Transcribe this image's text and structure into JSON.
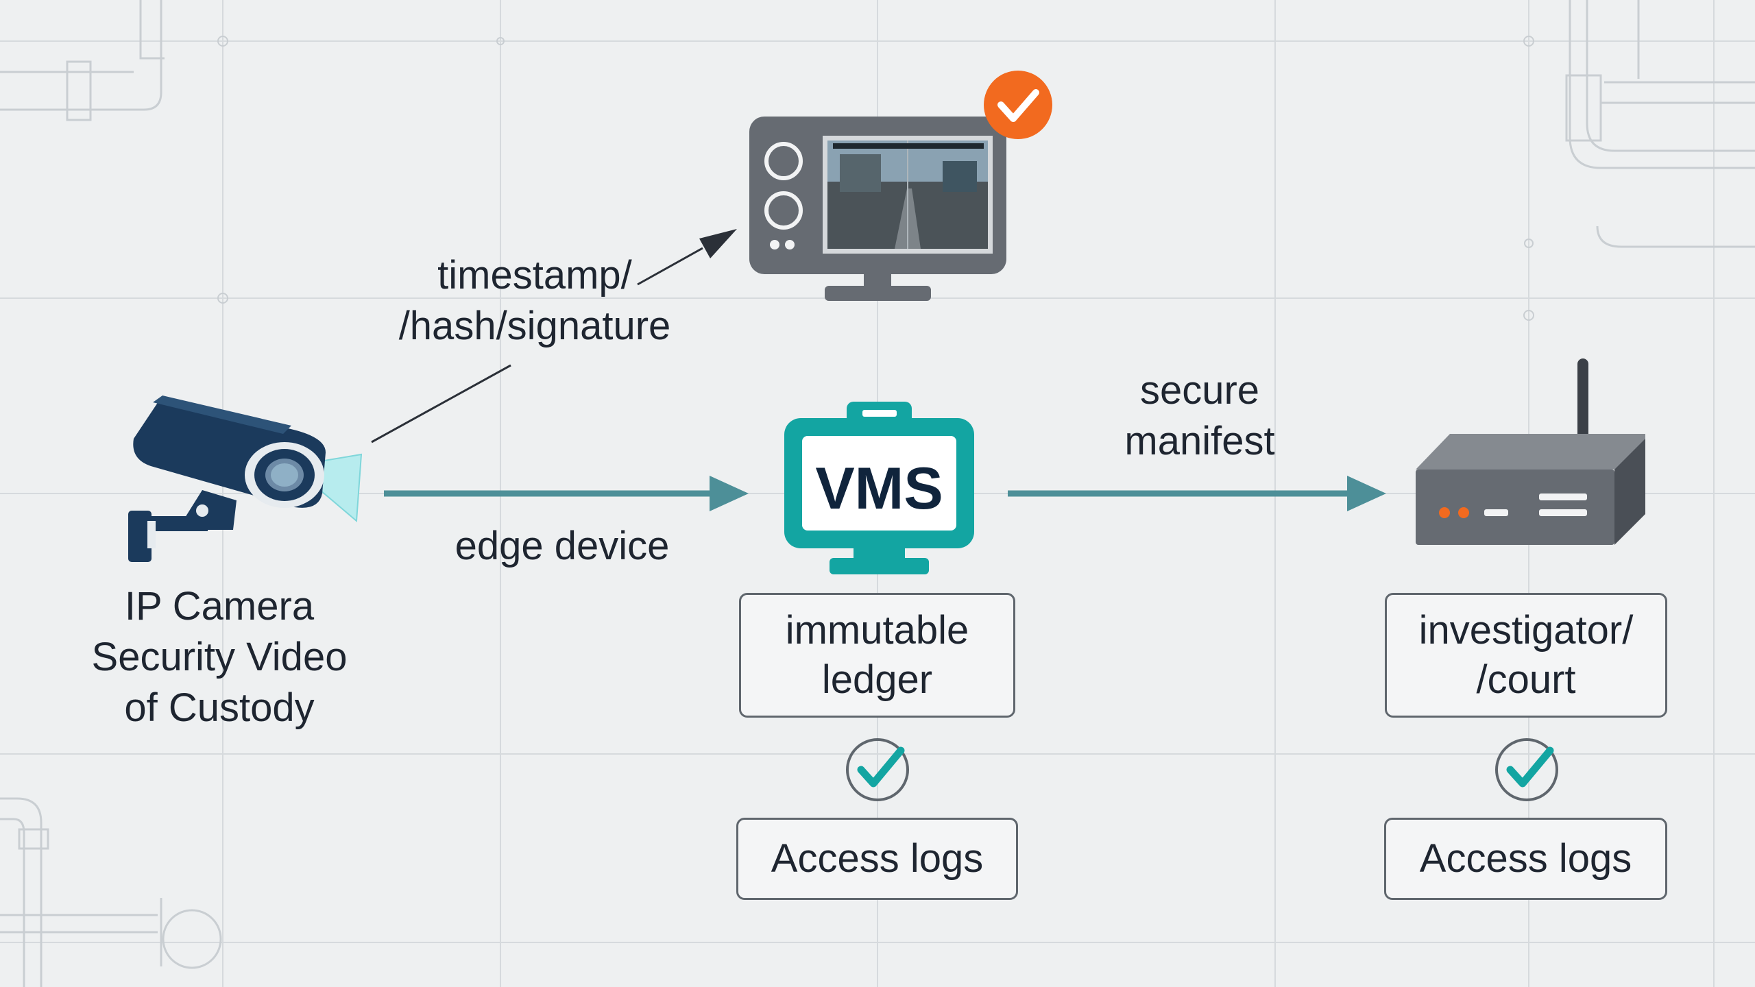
{
  "camera": {
    "label_lines": [
      "IP Camera",
      "Security Video",
      "of Custody"
    ]
  },
  "edges": {
    "timestamp_lines": [
      "timestamp/",
      "/hash/signature"
    ],
    "edge_device": "edge device",
    "secure_manifest_lines": [
      "secure",
      "manifest"
    ]
  },
  "vms": {
    "text": "VMS",
    "ledger_lines": [
      "immutable",
      "ledger"
    ],
    "access_logs": "Access logs"
  },
  "recipient": {
    "label_lines": [
      "investigator/",
      "/court"
    ],
    "access_logs": "Access logs"
  },
  "colors": {
    "navy": "#1b3a5c",
    "teal": "#13a5a2",
    "arrow_teal": "#4d8f98",
    "orange": "#f26a1f",
    "gray_device": "#666b72",
    "text": "#1e2530",
    "background": "#eef0f1"
  }
}
